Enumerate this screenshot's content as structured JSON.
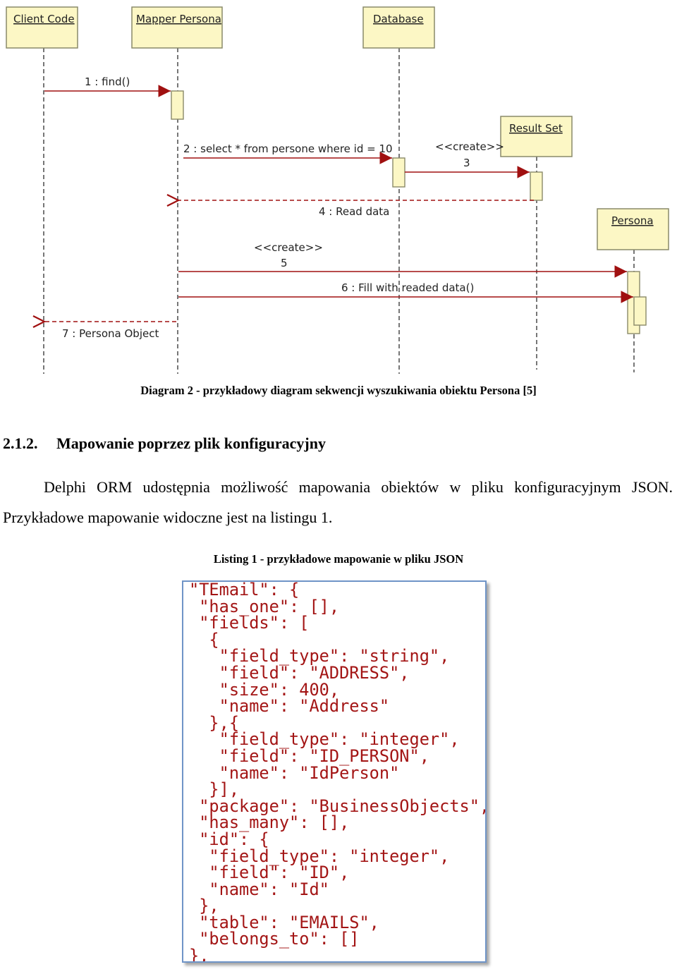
{
  "diagram": {
    "participants": [
      {
        "id": "client",
        "label": "Client Code"
      },
      {
        "id": "mapper",
        "label": "Mapper Persona"
      },
      {
        "id": "database",
        "label": "Database"
      },
      {
        "id": "resultset",
        "label": "Result Set"
      },
      {
        "id": "persona",
        "label": "Persona"
      }
    ],
    "messages": [
      {
        "label": "1 : find()"
      },
      {
        "label": "2 : select * from persone where id = 10"
      },
      {
        "stereotype": "<<create>>",
        "label": "3"
      },
      {
        "label": "4 : Read data"
      },
      {
        "stereotype": "<<create>>",
        "label": "5"
      },
      {
        "label": "6 : Fill with readed data()"
      },
      {
        "label": "7 : Persona Object"
      }
    ],
    "caption": "Diagram 2  - przykładowy diagram sekwencji wyszukiwania obiektu Persona [5]"
  },
  "section": {
    "number": "2.1.2.",
    "title": "Mapowanie poprzez plik konfiguracyjny"
  },
  "paragraph": {
    "text": "Delphi ORM udostępnia możliwość mapowania obiektów w pliku konfiguracyjnym JSON. Przykładowe mapowanie widoczne jest na listingu 1."
  },
  "listing": {
    "caption": "Listing 1 - przykładowe mapowanie w pliku JSON",
    "lines": [
      "\"TEmail\": {",
      " \"has_one\": [],",
      " \"fields\": [",
      "  {",
      "   \"field_type\": \"string\",",
      "   \"field\": \"ADDRESS\",",
      "   \"size\": 400,",
      "   \"name\": \"Address\"",
      "  },{",
      "   \"field_type\": \"integer\",",
      "   \"field\": \"ID_PERSON\",",
      "   \"name\": \"IdPerson\"",
      "  }],",
      " \"package\": \"BusinessObjects\",",
      " \"has_many\": [],",
      " \"id\": {",
      "  \"field_type\": \"integer\",",
      "  \"field\": \"ID\",",
      "  \"name\": \"Id\"",
      " },",
      " \"table\": \"EMAILS\",",
      " \"belongs_to\": []",
      "},"
    ]
  },
  "colors": {
    "participant_fill": "#fcf7c5",
    "participant_border": "#8a8a6a",
    "message_line": "#a01010",
    "code_border": "#6f94c7"
  }
}
